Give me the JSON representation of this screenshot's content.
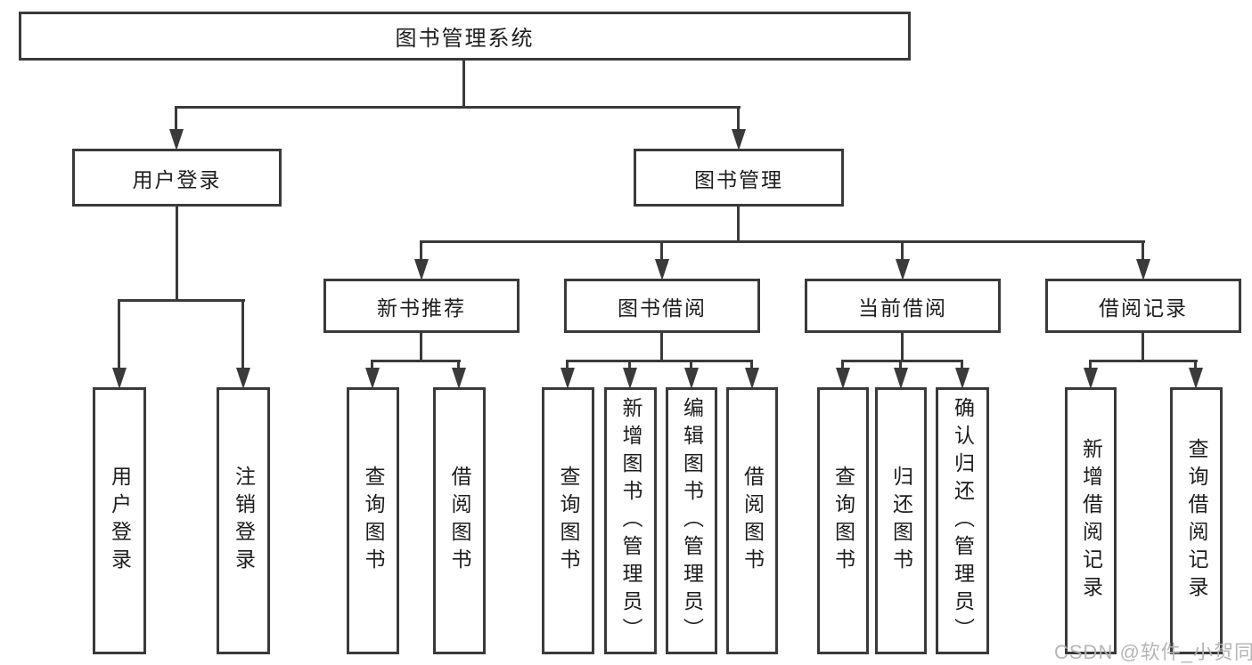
{
  "diagram_title": {
    "label": "图书管理系统"
  },
  "level2": [
    {
      "id": "user-login",
      "label": "用户登录"
    },
    {
      "id": "book-management",
      "label": "图书管理"
    }
  ],
  "level3": [
    {
      "id": "new-book-recommend",
      "label": "新书推荐"
    },
    {
      "id": "book-borrow",
      "label": "图书借阅"
    },
    {
      "id": "current-borrow",
      "label": "当前借阅"
    },
    {
      "id": "borrow-records",
      "label": "借阅记录"
    }
  ],
  "leaves": {
    "user_login": [
      {
        "label": "用户登录"
      },
      {
        "label": "注销登录"
      }
    ],
    "new_book_recommend": [
      {
        "label": "查询图书"
      },
      {
        "label": "借阅图书"
      }
    ],
    "book_borrow": [
      {
        "label": "查询图书"
      },
      {
        "label": "新增图书（管理员）"
      },
      {
        "label": "编辑图书（管理员）"
      },
      {
        "label": "借阅图书"
      }
    ],
    "current_borrow": [
      {
        "label": "查询图书"
      },
      {
        "label": "归还图书"
      },
      {
        "label": "确认归还（管理员）"
      }
    ],
    "borrow_records": [
      {
        "label": "新增借阅记录"
      },
      {
        "label": "查询借阅记录"
      }
    ]
  },
  "watermark": {
    "text": "CSDN @软件_小贺同学"
  },
  "colors": {
    "line": "#3a3a3a",
    "text": "#1d1d1d",
    "watermark": "#b3b3b3",
    "background": "#ffffff"
  }
}
